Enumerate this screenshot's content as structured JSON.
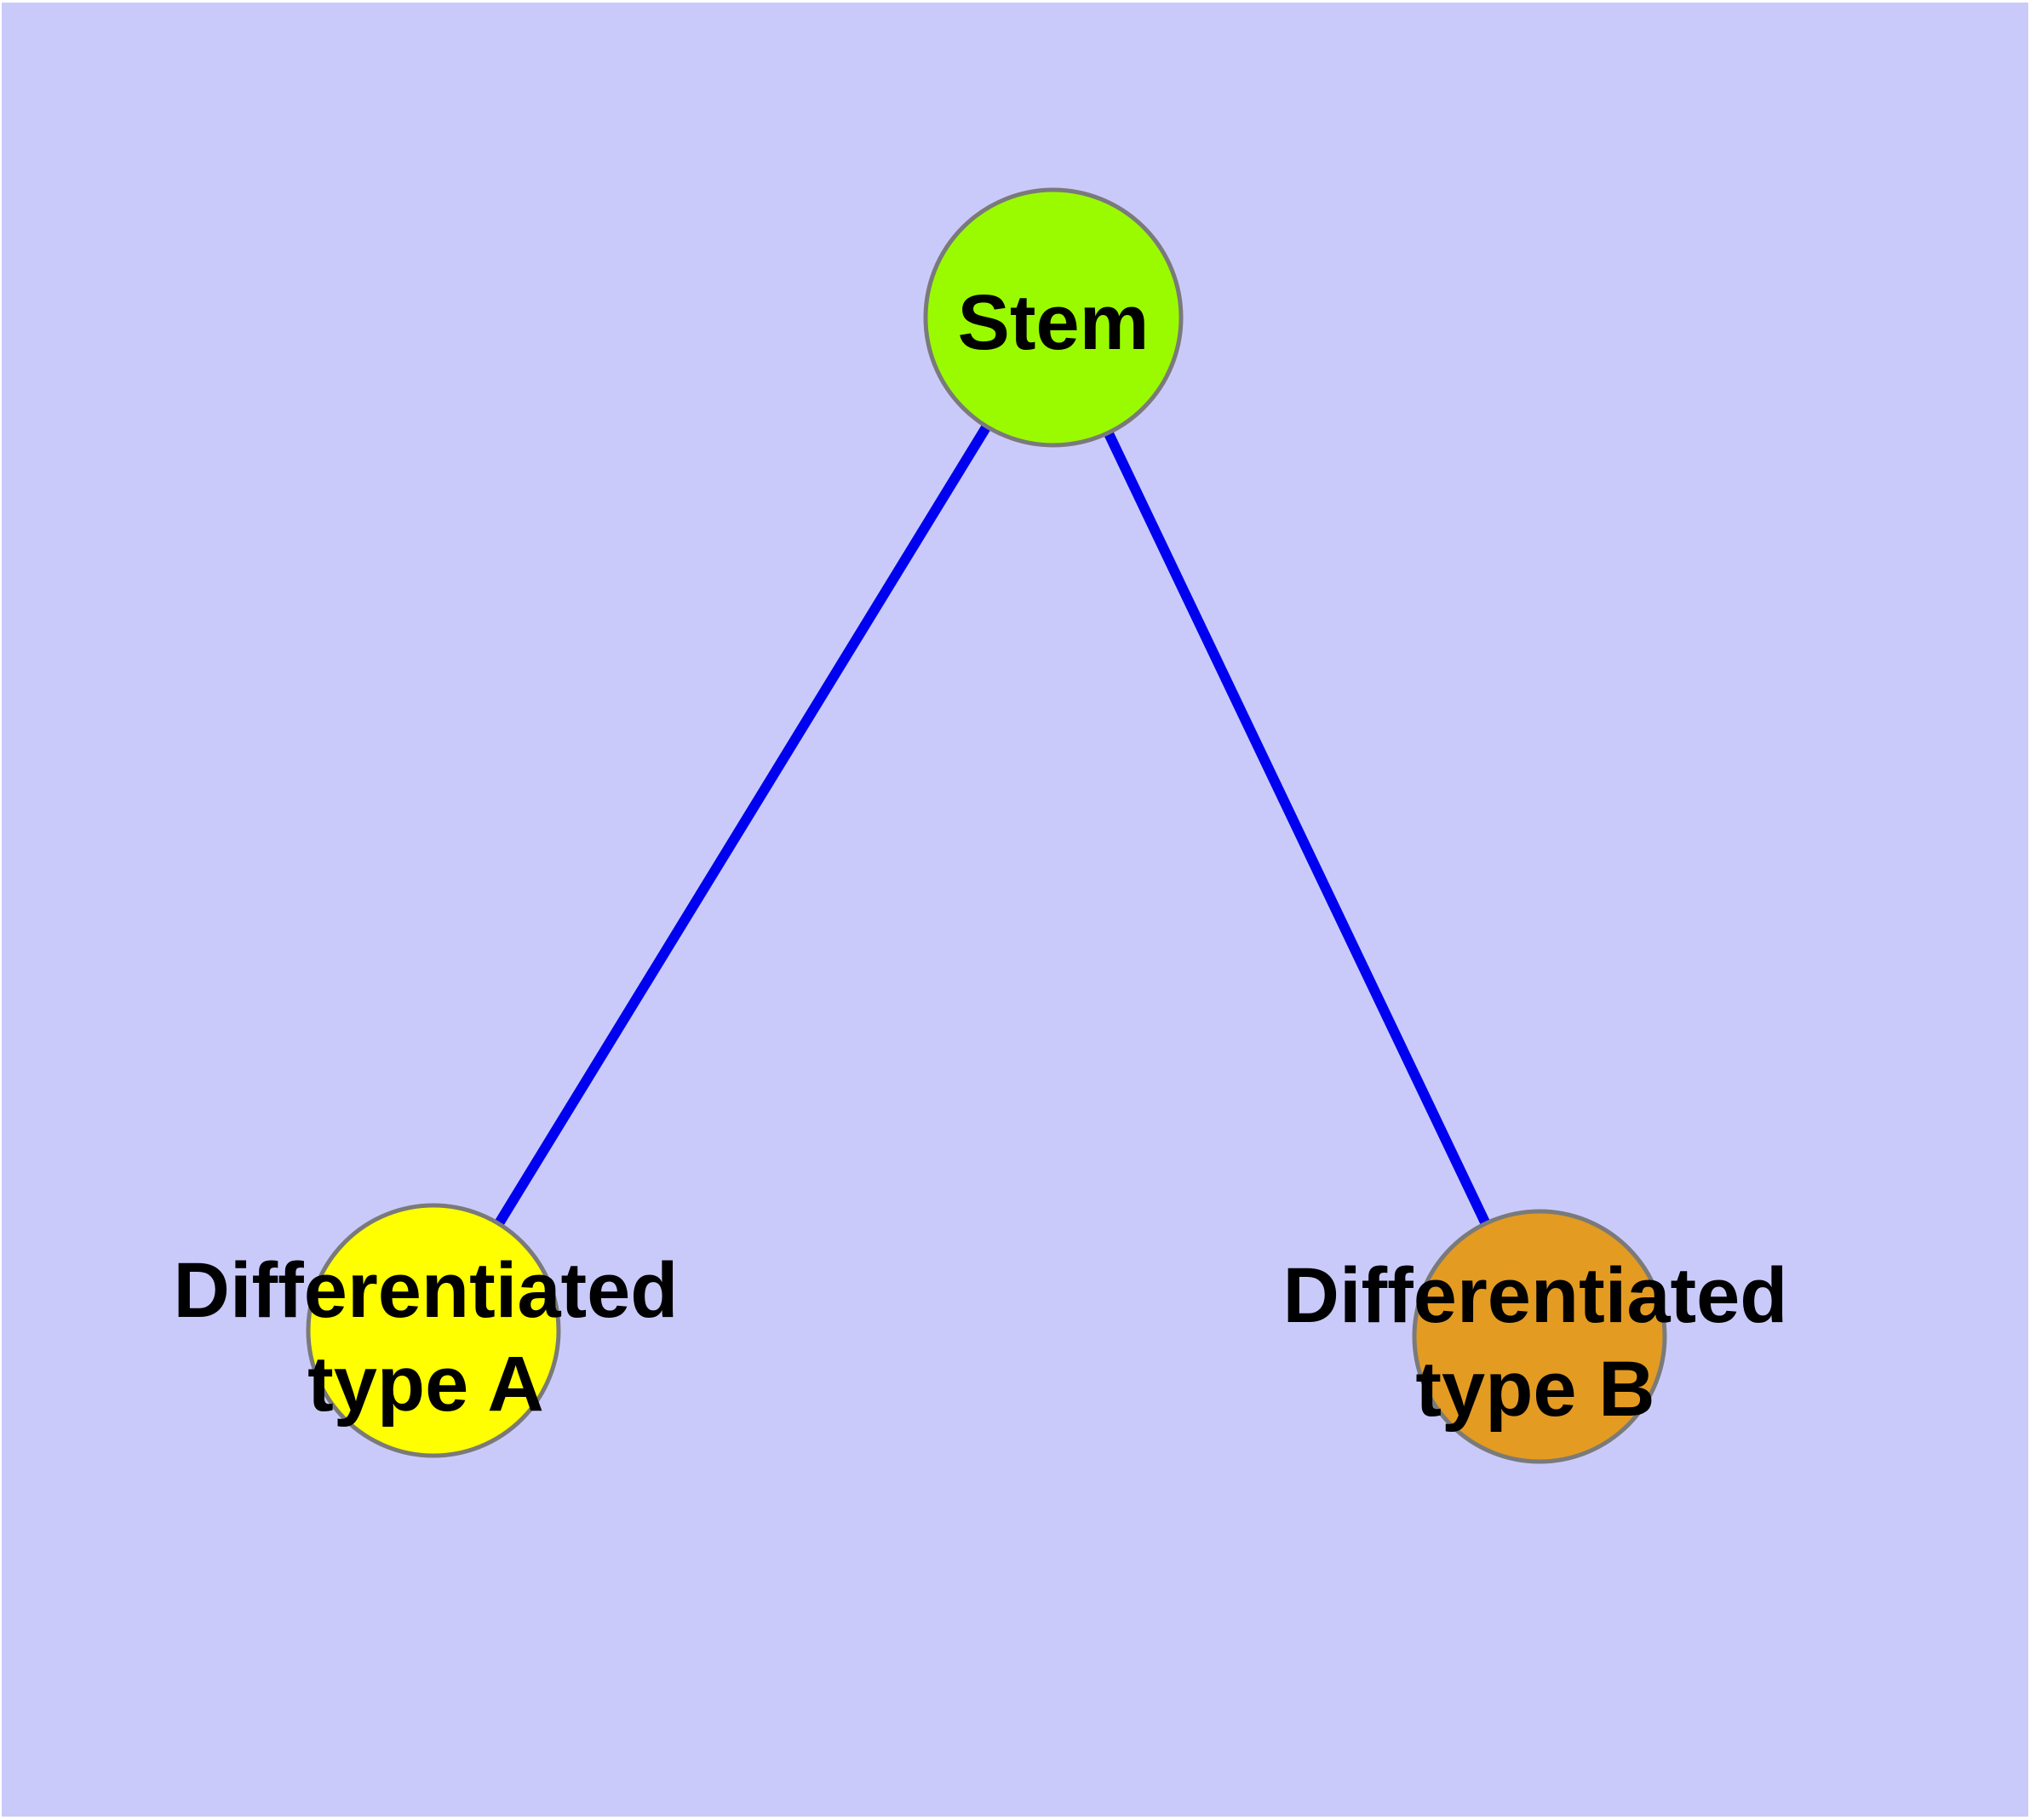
{
  "canvas": {
    "frame_color": "#ffffff",
    "background_color": "#cacafa"
  },
  "graph": {
    "type": "node-link-diagram",
    "edge_color": "#0000f0",
    "node_border_color": "#7a7a7a",
    "label_color": "#000000",
    "nodes": [
      {
        "id": "stem",
        "label": "Stem",
        "lines": [
          "Stem"
        ],
        "color": "#9afb00"
      },
      {
        "id": "differentiated-type-a",
        "label": "Differentiated type A",
        "lines": [
          "Differentiated",
          "type A"
        ],
        "color": "#ffff00"
      },
      {
        "id": "differentiated-type-b",
        "label": "Differentiated type B",
        "lines": [
          "Differentiated",
          "type B"
        ],
        "color": "#e49b22"
      }
    ],
    "edges": [
      {
        "from": "Stem",
        "to": "Differentiated type A"
      },
      {
        "from": "Stem",
        "to": "Differentiated type B"
      }
    ]
  }
}
